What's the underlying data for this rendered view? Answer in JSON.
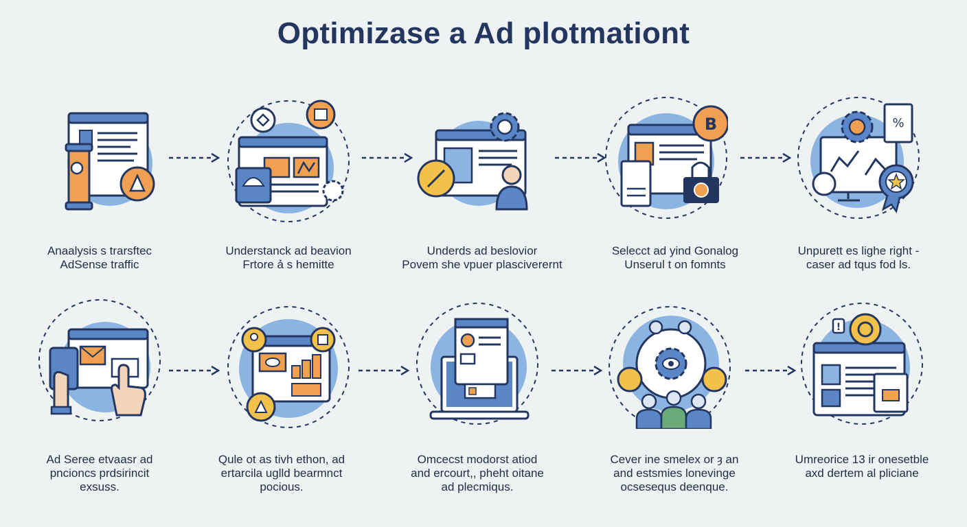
{
  "title": "Optimizase a Ad plotmationt",
  "rows": [
    {
      "steps": [
        {
          "caption": [
            "Anaalysis s trarsftec",
            "AdSense traffic"
          ],
          "icon": "browser-traffic-icon"
        },
        {
          "caption": [
            "Understanck ad beavion",
            "Frtore ả s hemitte"
          ],
          "icon": "ad-behavior-icon"
        },
        {
          "caption": [
            "Underds ad beslovior",
            "Povem she vpuer plasciverernt"
          ],
          "icon": "placement-user-icon"
        },
        {
          "caption": [
            "Selecct ad yind Gonalog",
            "Unserul t on fomnts"
          ],
          "icon": "ad-format-lock-icon"
        },
        {
          "caption": [
            "Unpurett es lighe right -",
            "caser ad tqus fod ls."
          ],
          "icon": "analytics-badge-icon"
        }
      ]
    },
    {
      "steps": [
        {
          "caption": [
            "Ad Seree etvaasr ad",
            "pncioncs prdsirincit",
            "exsuss."
          ],
          "icon": "touch-interaction-icon"
        },
        {
          "caption": [
            "Qule ot as tivh ethon, ad",
            "ertarcila uglld bearmnct",
            "pocious."
          ],
          "icon": "dashboard-users-icon"
        },
        {
          "caption": [
            "Omcecst modorst atiod",
            "and ercourt,, pheht oitane",
            "ad plecmiqus."
          ],
          "icon": "laptop-layout-icon"
        },
        {
          "caption": [
            "Cever ine smelex or ȝ an",
            "and estsmies lonevinge",
            "ocsesequs deenque."
          ],
          "icon": "audience-network-icon"
        },
        {
          "caption": [
            "Umreorice 13 ir onesetble",
            "axd dertem al pliciane"
          ],
          "icon": "ad-notification-icon"
        }
      ]
    }
  ],
  "colors": {
    "navy": "#23365f",
    "blue_circle": "#7fa9dc",
    "orange": "#f0a050",
    "gold": "#f3c14a",
    "background": "#eef2f3"
  }
}
